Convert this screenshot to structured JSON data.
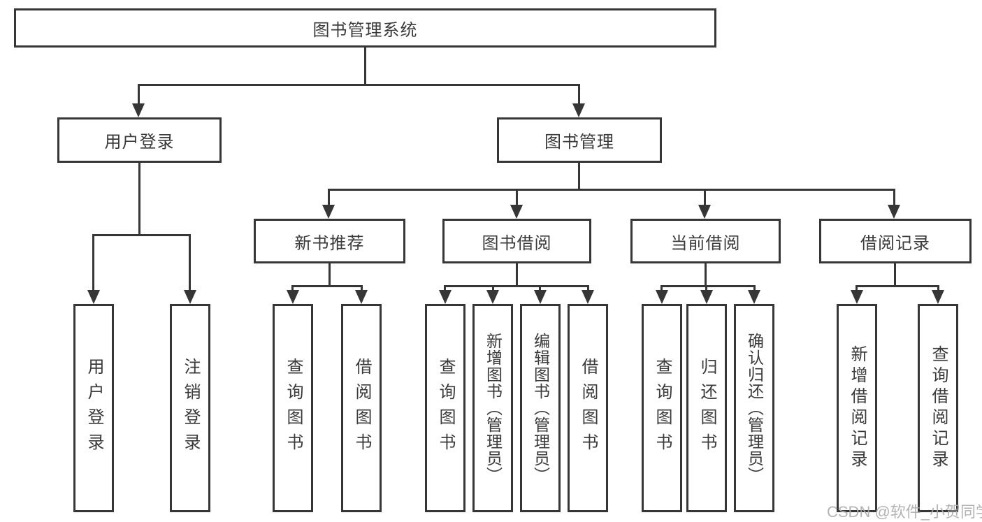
{
  "tree": {
    "label": "图书管理系统",
    "children": [
      {
        "label": "用户登录",
        "children": [
          {
            "label": "用户登录"
          },
          {
            "label": "注销登录"
          }
        ]
      },
      {
        "label": "图书管理",
        "children": [
          {
            "label": "新书推荐",
            "children": [
              {
                "label": "查询图书"
              },
              {
                "label": "借阅图书"
              }
            ]
          },
          {
            "label": "图书借阅",
            "children": [
              {
                "label": "查询图书"
              },
              {
                "label": "新增图书（管理员）"
              },
              {
                "label": "编辑图书（管理员）"
              },
              {
                "label": "借阅图书"
              }
            ]
          },
          {
            "label": "当前借阅",
            "children": [
              {
                "label": "查询图书"
              },
              {
                "label": "归还图书"
              },
              {
                "label": "确认归还（管理员）"
              }
            ]
          },
          {
            "label": "借阅记录",
            "children": [
              {
                "label": "新增借阅记录"
              },
              {
                "label": "查询借阅记录"
              }
            ]
          }
        ]
      }
    ]
  },
  "watermark": {
    "text": "CSDN @软件_小贺同学"
  },
  "colors": {
    "line": "#363636",
    "text": "#3a3a3a",
    "watermark": "#acacac",
    "background": "#ffffff"
  }
}
